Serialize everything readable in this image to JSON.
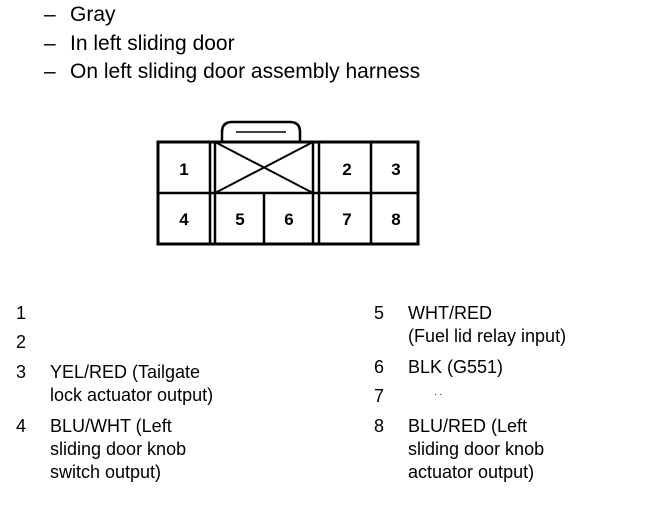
{
  "header": {
    "lines": [
      "Gray",
      "In left sliding door",
      "On left sliding door assembly harness"
    ]
  },
  "connector": {
    "cavities": [
      "1",
      "2",
      "3",
      "4",
      "5",
      "6",
      "7",
      "8"
    ]
  },
  "pins": [
    {
      "num": "1",
      "text": ""
    },
    {
      "num": "2",
      "text": ""
    },
    {
      "num": "3",
      "text": "YEL/RED (Tailgate\nlock actuator output)"
    },
    {
      "num": "4",
      "text": "BLU/WHT (Left\nsliding door knob\nswitch output)"
    },
    {
      "num": "5",
      "text": "WHT/RED\n(Fuel lid relay input)"
    },
    {
      "num": "6",
      "text": "BLK (G551)"
    },
    {
      "num": "7",
      "text": ". ."
    },
    {
      "num": "8",
      "text": "BLU/RED (Left\nsliding door knob\nactuator output)"
    }
  ]
}
